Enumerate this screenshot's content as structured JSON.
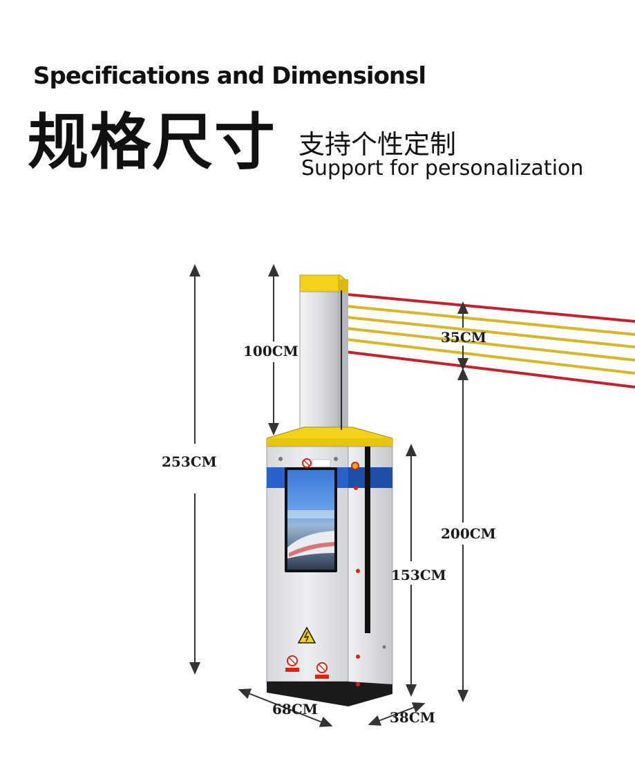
{
  "header": {
    "title_en": "Specifications and Dimensionsl",
    "title_cn": "规格尺寸",
    "subtitle_cn": "支持个性定制",
    "subtitle_en": "Support for personalization"
  },
  "dimensions": {
    "total_height": "253CM",
    "column_height": "100CM",
    "bar_spacing": "35CM",
    "bar_height": "200CM",
    "cabinet_height": "153CM",
    "width": "68CM",
    "depth": "38CM"
  },
  "colors": {
    "yellow": "#f2d31a",
    "blue": "#2a62c9",
    "red_bar": "#c8202a",
    "yellow_bar": "#d9b623",
    "cabinet_light": "#e6e8ec",
    "cabinet_dark": "#c9ccd2"
  },
  "icons": [
    "no-climbing-icon",
    "electric-hazard-icon",
    "warning-sign-icon"
  ]
}
